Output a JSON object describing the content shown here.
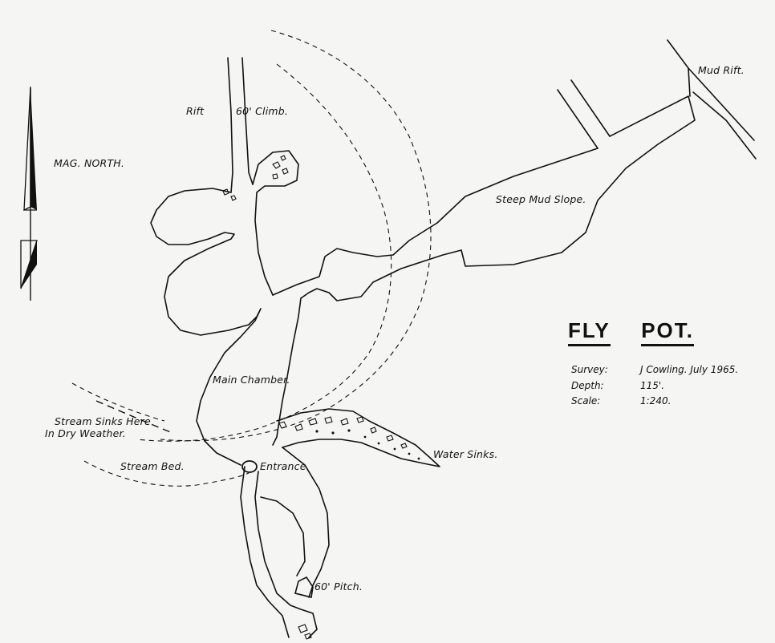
{
  "title": {
    "word1": "FLY",
    "word2": "POT."
  },
  "info": {
    "survey_key": "Survey:",
    "survey_val": "J Cowling. July 1965.",
    "depth_key": "Depth:",
    "depth_val": "115'.",
    "scale_key": "Scale:",
    "scale_val": "1:240."
  },
  "labels": {
    "mud_rift": "Mud Rift.",
    "rift": "Rift",
    "climb": "60' Climb.",
    "mag_north": "MAG. NORTH.",
    "steep_mud_slope": "Steep Mud Slope.",
    "main_chamber": "Main Chamber.",
    "stream_sinks_1": "Stream Sinks Here",
    "stream_sinks_2": "In Dry Weather.",
    "stream_bed": "Stream Bed.",
    "entrance": "Entrance.",
    "water_sinks": "Water Sinks.",
    "pitch": "60' Pitch."
  },
  "colors": {
    "ink": "#111111",
    "paper": "#f5f5f3"
  },
  "icons": {
    "north_arrow": "north-arrow-icon",
    "mag_declination": "magnetic-north-icon"
  }
}
